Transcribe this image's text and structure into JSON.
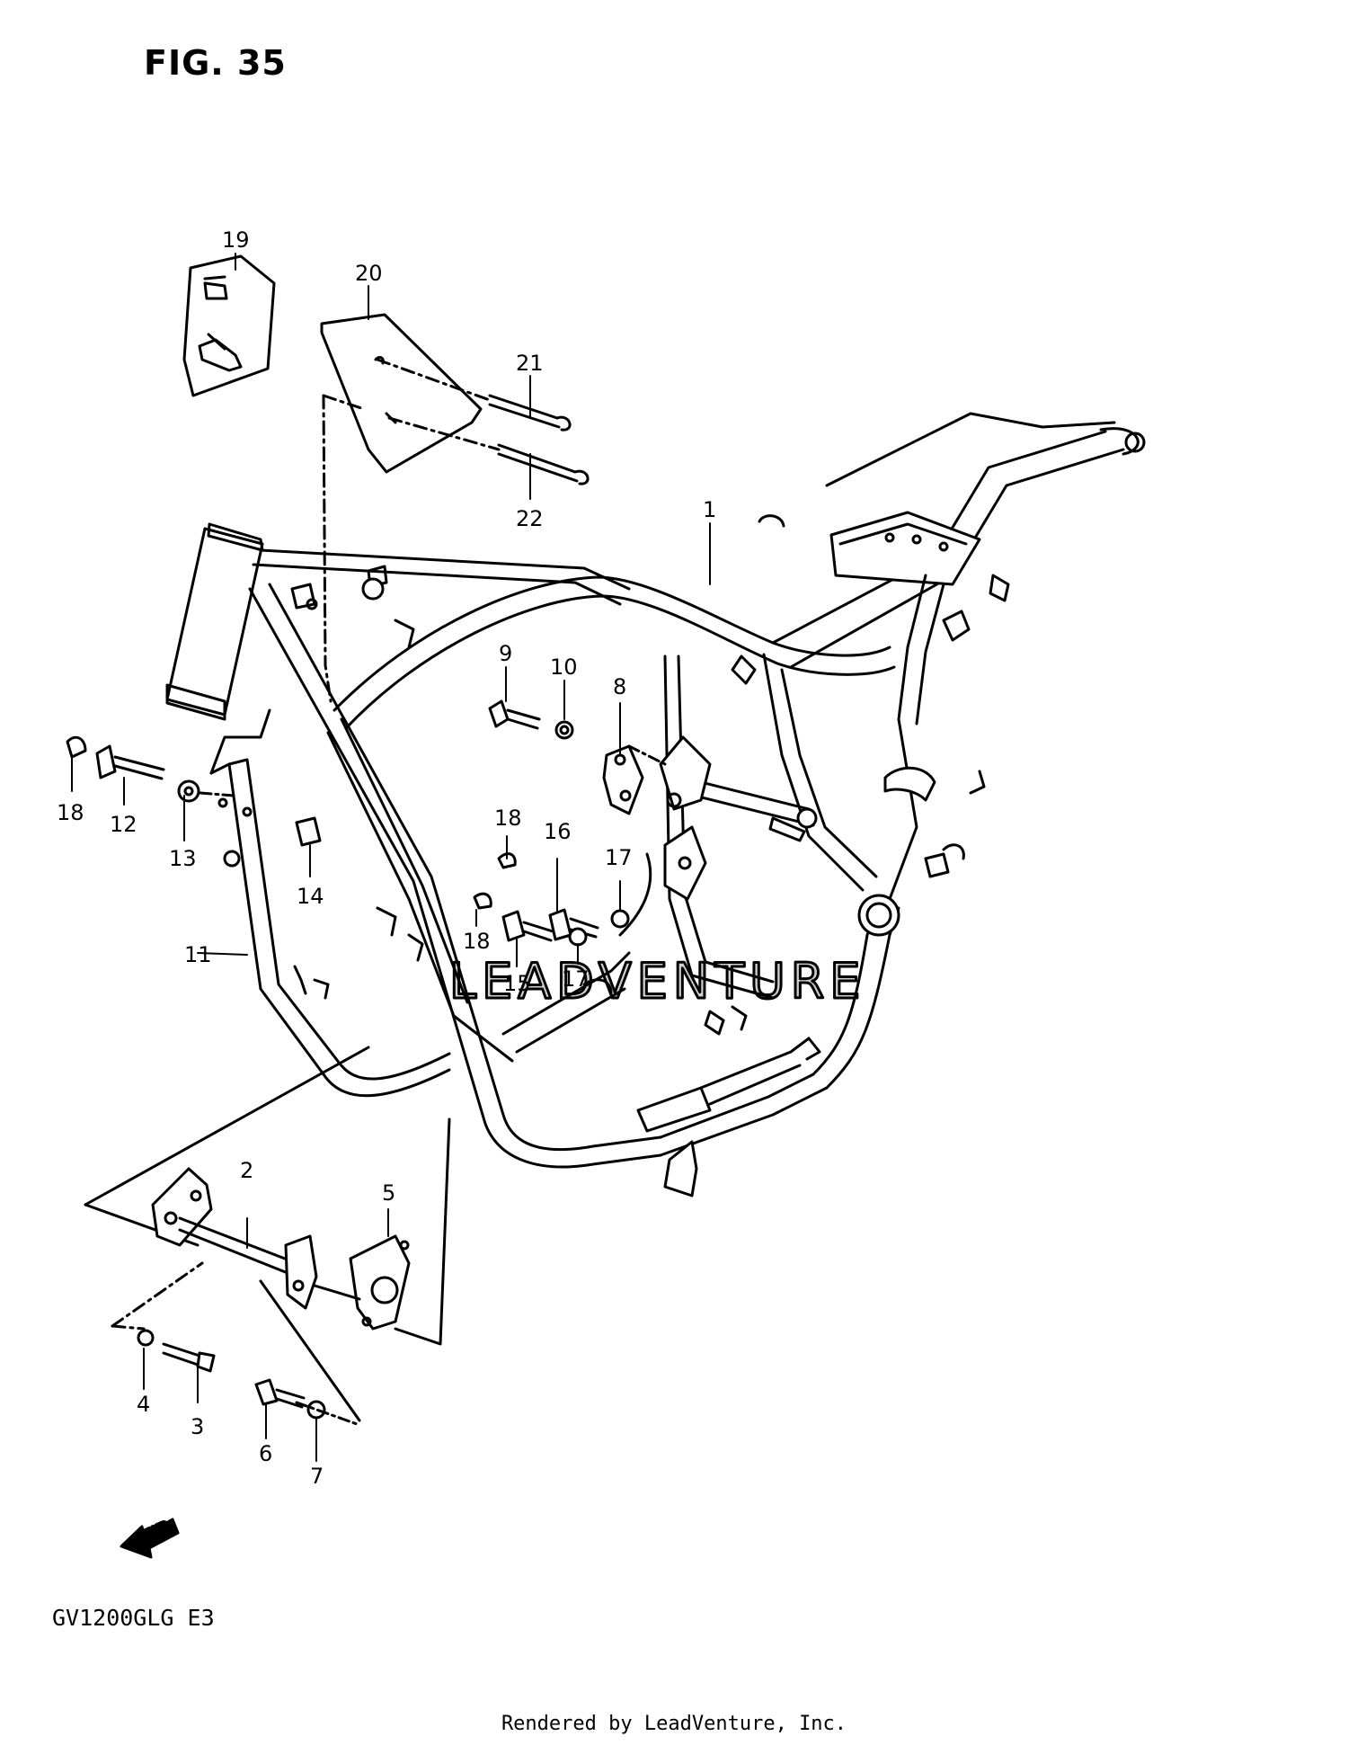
{
  "figure": {
    "title": "FIG. 35",
    "model_code": "GV1200GLG  E3",
    "credit": "Rendered by LeadVenture, Inc.",
    "fwd_label": "FWD",
    "watermark": "LEADVENTURE"
  },
  "callouts": [
    {
      "id": "c1",
      "label": "1"
    },
    {
      "id": "c2",
      "label": "2"
    },
    {
      "id": "c3",
      "label": "3"
    },
    {
      "id": "c4",
      "label": "4"
    },
    {
      "id": "c5",
      "label": "5"
    },
    {
      "id": "c6",
      "label": "6"
    },
    {
      "id": "c7",
      "label": "7"
    },
    {
      "id": "c8",
      "label": "8"
    },
    {
      "id": "c9",
      "label": "9"
    },
    {
      "id": "c10",
      "label": "10"
    },
    {
      "id": "c11",
      "label": "11"
    },
    {
      "id": "c12",
      "label": "12"
    },
    {
      "id": "c13",
      "label": "13"
    },
    {
      "id": "c14",
      "label": "14"
    },
    {
      "id": "c15",
      "label": "15"
    },
    {
      "id": "c16",
      "label": "16"
    },
    {
      "id": "c17a",
      "label": "17"
    },
    {
      "id": "c17b",
      "label": "17"
    },
    {
      "id": "c18a",
      "label": "18"
    },
    {
      "id": "c18b",
      "label": "18"
    },
    {
      "id": "c18c",
      "label": "18"
    },
    {
      "id": "c19",
      "label": "19"
    },
    {
      "id": "c20",
      "label": "20"
    },
    {
      "id": "c21",
      "label": "21"
    },
    {
      "id": "c22",
      "label": "22"
    }
  ],
  "colors": {
    "ink": "#000000",
    "paper": "#ffffff",
    "watermark": "#cfcfcf"
  }
}
